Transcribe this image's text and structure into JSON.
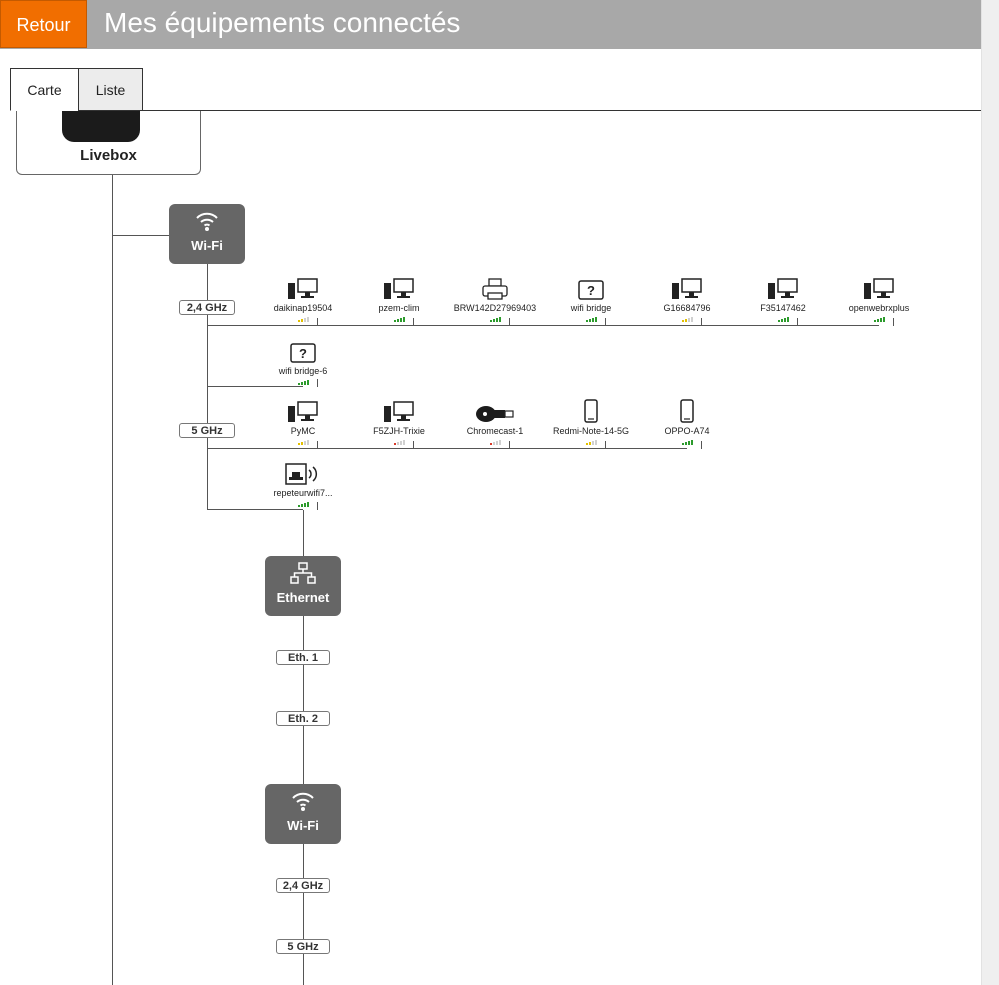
{
  "header": {
    "back_label": "Retour",
    "title": "Mes équipements connectés"
  },
  "tabs": [
    {
      "label": "Carte",
      "active": true
    },
    {
      "label": "Liste",
      "active": false
    }
  ],
  "livebox": {
    "label": "Livebox"
  },
  "wifi_node": {
    "label": "Wi-Fi",
    "icon": "wifi-icon"
  },
  "bands": {
    "band_24": "2,4 GHz",
    "band_5": "5 GHz"
  },
  "devices_24_row1": [
    {
      "name": "daikinap19504",
      "icon": "computer-icon",
      "signal": 2,
      "color": "#e3c000"
    },
    {
      "name": "pzem-clim",
      "icon": "computer-icon",
      "signal": 4,
      "color": "#2c9b2c"
    },
    {
      "name": "BRW142D27969403",
      "icon": "printer-icon",
      "signal": 4,
      "color": "#2c9b2c"
    },
    {
      "name": "wifi bridge",
      "icon": "unknown-device-icon",
      "signal": 4,
      "color": "#2c9b2c"
    },
    {
      "name": "G16684796",
      "icon": "computer-icon",
      "signal": 2,
      "color": "#e3c000"
    },
    {
      "name": "F35147462",
      "icon": "computer-icon",
      "signal": 4,
      "color": "#2c9b2c"
    },
    {
      "name": "openwebrxplus",
      "icon": "computer-icon",
      "signal": 4,
      "color": "#2c9b2c"
    }
  ],
  "devices_24_row2": [
    {
      "name": "wifi bridge-6",
      "icon": "unknown-device-icon",
      "signal": 4,
      "color": "#2c9b2c"
    }
  ],
  "devices_5_row1": [
    {
      "name": "PyMC",
      "icon": "computer-icon",
      "signal": 2,
      "color": "#e3c000"
    },
    {
      "name": "F5ZJH-Trixie",
      "icon": "computer-icon",
      "signal": 1,
      "color": "#d83a2a"
    },
    {
      "name": "Chromecast-1",
      "icon": "chromecast-icon",
      "signal": 1,
      "color": "#d83a2a"
    },
    {
      "name": "Redmi-Note-14-5G",
      "icon": "smartphone-icon",
      "signal": 2,
      "color": "#e3c000"
    },
    {
      "name": "OPPO-A74",
      "icon": "smartphone-icon",
      "signal": 4,
      "color": "#2c9b2c"
    }
  ],
  "devices_5_row2": [
    {
      "name": "repeteurwifi7...",
      "icon": "repeater-icon",
      "signal": 4,
      "color": "#2c9b2c"
    }
  ],
  "ethernet_node": {
    "label": "Ethernet",
    "icon": "network-icon"
  },
  "eth_ports": [
    "Eth. 1",
    "Eth. 2"
  ],
  "wifi_node_2": {
    "label": "Wi-Fi",
    "icon": "wifi-icon"
  },
  "bands_2": {
    "band_24": "2,4 GHz",
    "band_5": "5 GHz"
  }
}
